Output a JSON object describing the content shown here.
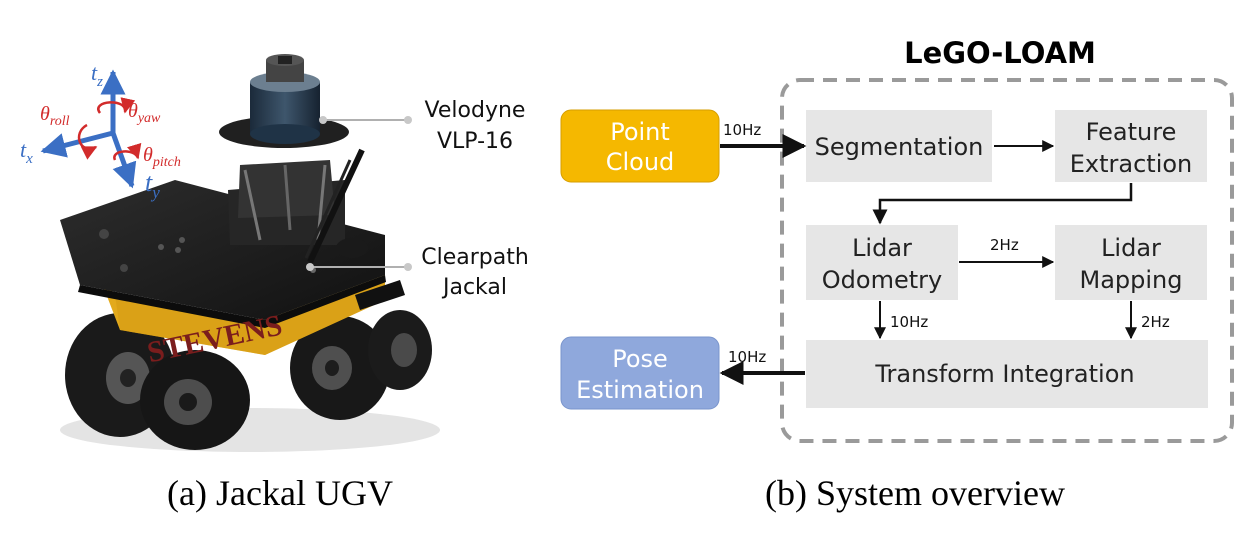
{
  "panel_a": {
    "axes": {
      "t_z": "t",
      "t_z_sub": "z",
      "t_x": "t",
      "t_x_sub": "x",
      "t_y": "t",
      "t_y_sub": "y",
      "theta_roll": "θ",
      "theta_roll_sub": "roll",
      "theta_yaw": "θ",
      "theta_yaw_sub": "yaw",
      "theta_pitch": "θ",
      "theta_pitch_sub": "pitch"
    },
    "callouts": {
      "velodyne_line1": "Velodyne",
      "velodyne_line2": "VLP-16",
      "clearpath_line1": "Clearpath",
      "clearpath_line2": "Jackal"
    },
    "robot_lettering": "STEVENS",
    "caption": "(a) Jackal UGV"
  },
  "panel_b": {
    "title": "LeGO-LOAM",
    "boxes": {
      "point_cloud_line1": "Point",
      "point_cloud_line2": "Cloud",
      "segmentation": "Segmentation",
      "feature_line1": "Feature",
      "feature_line2": "Extraction",
      "lidar_odometry_line1": "Lidar",
      "lidar_odometry_line2": "Odometry",
      "lidar_mapping_line1": "Lidar",
      "lidar_mapping_line2": "Mapping",
      "transform_integration": "Transform Integration",
      "pose_line1": "Pose",
      "pose_line2": "Estimation"
    },
    "rates": {
      "input": "10Hz",
      "odom_to_map": "2Hz",
      "odom_out": "10Hz",
      "map_out": "2Hz",
      "output": "10Hz"
    },
    "caption": "(b) System overview"
  },
  "colors": {
    "point_cloud": "#f5b800",
    "pose": "#8fa8dc",
    "module": "#e6e6e6",
    "dashed_border": "#9a9a9a",
    "axis_blue": "#3b6fc4",
    "angle_red": "#d22b2b"
  }
}
